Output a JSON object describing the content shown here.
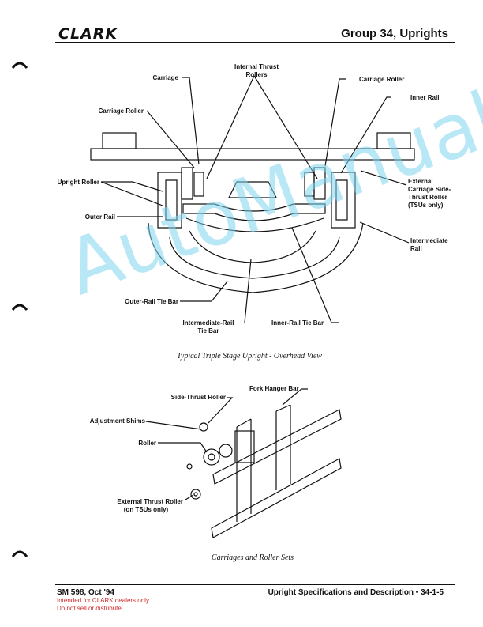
{
  "header": {
    "logo_text": "CLARK",
    "group_title": "Group 34, Uprights"
  },
  "figure1": {
    "labels": {
      "carriage": "Carriage",
      "internal_thrust": "Internal Thrust",
      "rollers": "Rollers",
      "carriage_roller_left": "Carriage Roller",
      "carriage_roller_right": "Carriage Roller",
      "inner_rail": "Inner Rail",
      "upright_roller": "Upright Roller",
      "external_1": "External",
      "external_2": "Carriage Side-",
      "external_3": "Thrust Roller",
      "external_4": "(TSUs only)",
      "outer_rail": "Outer Rail",
      "intermediate_1": "Intermediate",
      "intermediate_2": "Rail",
      "outer_tie_bar": "Outer-Rail Tie Bar",
      "inter_tie_1": "Intermediate-Rail",
      "inter_tie_2": "Tie Bar",
      "inner_tie_bar": "Inner-Rail Tie Bar"
    },
    "caption": "Typical Triple Stage Upright - Overhead View"
  },
  "figure2": {
    "labels": {
      "side_thrust_roller": "Side-Thrust Roller",
      "fork_hanger_bar": "Fork Hanger Bar",
      "adjustment_shims": "Adjustment Shims",
      "roller": "Roller",
      "external_thrust_1": "External Thrust Roller",
      "external_thrust_2": "(on TSUs only)"
    },
    "caption": "Carriages and Roller Sets"
  },
  "footer": {
    "left": "SM 598, Oct '94",
    "right": "Upright Specifications and Description  •  34-1-5",
    "note_1": "Intended for CLARK dealers only",
    "note_2": "Do not sell or distribute"
  },
  "watermark": "AutoManual"
}
